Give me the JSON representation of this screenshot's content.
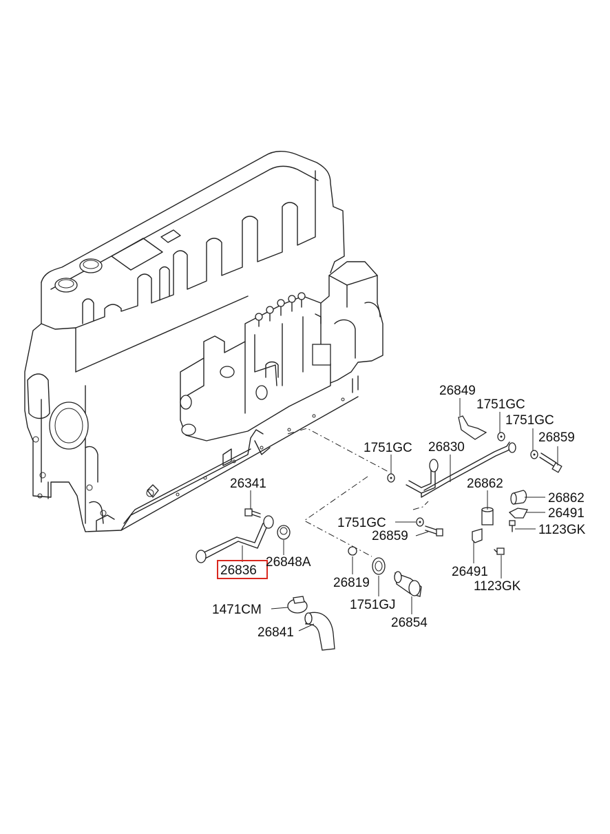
{
  "diagram": {
    "highlight_color": "#d9281f",
    "line_color": "#222222",
    "labels": {
      "p26849": "26849",
      "p1751gc_a": "1751GC",
      "p1751gc_b": "1751GC",
      "p26859_a": "26859",
      "p1751gc_c": "1751GC",
      "p26830": "26830",
      "p26862_a": "26862",
      "p26862_b": "26862",
      "p26491_a": "26491",
      "p1123gk_a": "1123GK",
      "p26341": "26341",
      "p1751gc_d": "1751GC",
      "p26859_b": "26859",
      "p26836": "26836",
      "p26848a": "26848A",
      "p26491_b": "26491",
      "p1123gk_b": "1123GK",
      "p26819": "26819",
      "p1751gj": "1751GJ",
      "p26854": "26854",
      "p1471cm": "1471CM",
      "p26841": "26841"
    },
    "highlighted_part": "26836"
  }
}
